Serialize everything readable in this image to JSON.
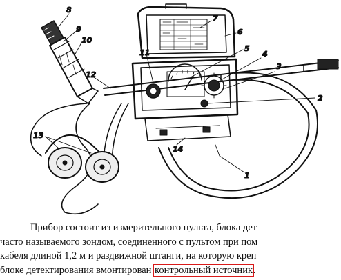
{
  "figure": {
    "callouts": [
      "1",
      "2",
      "3",
      "4",
      "5",
      "6",
      "7",
      "8",
      "9",
      "10",
      "11",
      "12",
      "13",
      "14"
    ]
  },
  "paragraph": {
    "line1": "Прибор состоит из измерительного пульта, блока дет",
    "line2": "часто называемого зондом, соединенного с пультом при пом",
    "line3": "кабеля длиной 1,2 м и раздвижной штанги, на которую креп",
    "line4_before": "блоке детектирования вмонтирован ",
    "line4_highlight": "контрольный источник",
    "line4_after": "."
  },
  "colors": {
    "ink": "#111111",
    "highlight_box": "#d91a1a",
    "background": "#ffffff"
  }
}
